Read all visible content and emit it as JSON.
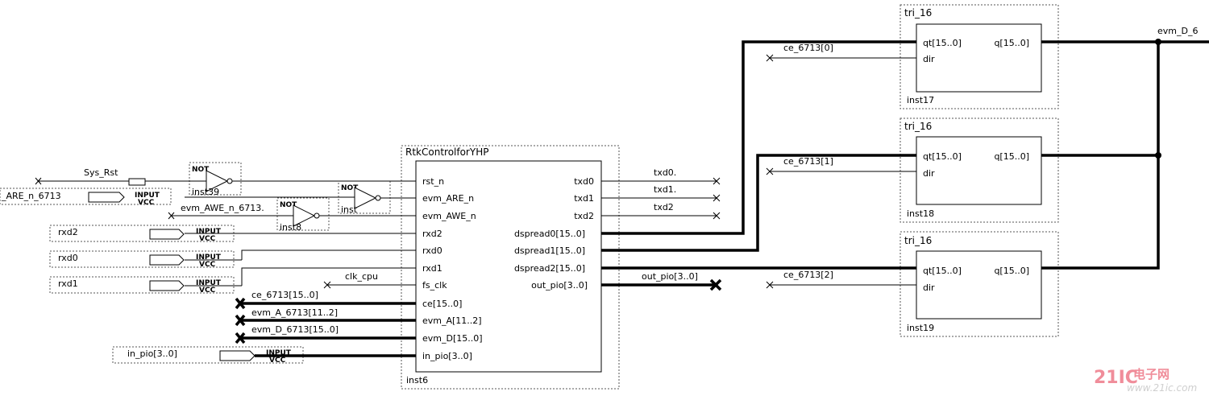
{
  "main_block": {
    "title": "RtkControlforYHP",
    "instance": "inst6",
    "inputs": [
      "rst_n",
      "evm_ARE_n",
      "evm_AWE_n",
      "rxd2",
      "rxd0",
      "rxd1",
      "fs_clk",
      "ce[15..0]",
      "evm_A[11..2]",
      "evm_D[15..0]",
      "in_pio[3..0]"
    ],
    "outputs": [
      "txd0",
      "txd1",
      "txd2",
      "dspread0[15..0]",
      "dspread1[15..0]",
      "dspread2[15..0]",
      "out_pio[3..0]"
    ]
  },
  "tri_blocks": [
    {
      "title": "tri_16",
      "instance": "inst17",
      "in": "qt[15..0]",
      "dir": "dir",
      "out": "q[15..0]"
    },
    {
      "title": "tri_16",
      "instance": "inst18",
      "in": "qt[15..0]",
      "dir": "dir",
      "out": "q[15..0]"
    },
    {
      "title": "tri_16",
      "instance": "inst19",
      "in": "qt[15..0]",
      "dir": "dir",
      "out": "q[15..0]"
    }
  ],
  "not_gates": [
    {
      "label": "NOT",
      "instance": "inst39"
    },
    {
      "label": "NOT",
      "instance": "inst8"
    },
    {
      "label": "NOT",
      "instance": "inst"
    }
  ],
  "input_pins": [
    {
      "name": "_ARE_n_6713",
      "type": "INPUT",
      "sub": "VCC"
    },
    {
      "name": "rxd2",
      "type": "INPUT",
      "sub": "VCC"
    },
    {
      "name": "rxd0",
      "type": "INPUT",
      "sub": "VCC"
    },
    {
      "name": "rxd1",
      "type": "INPUT",
      "sub": "VCC"
    },
    {
      "name": "in_pio[3..0]",
      "type": "INPUT",
      "sub": "VCC"
    }
  ],
  "net_labels": {
    "sys_rst": "Sys_Rst",
    "evm_awe": "evm_AWE_n_6713.",
    "clk_cpu": "clk_cpu",
    "ce_bus": "ce_6713[15..0]",
    "evm_a": "evm_A_6713[11..2]",
    "evm_d": "evm_D_6713[15..0]",
    "txd0": "txd0.",
    "txd1": "txd1.",
    "txd2": "txd2",
    "out_pio": "out_pio[3..0]",
    "ce0": "ce_6713[0]",
    "ce1": "ce_6713[1]",
    "ce2": "ce_6713[2]",
    "evm_d_out": "evm_D_6"
  },
  "watermark": {
    "logo": "21IC",
    "cn": "电子网",
    "url": "www.21ic.com"
  }
}
